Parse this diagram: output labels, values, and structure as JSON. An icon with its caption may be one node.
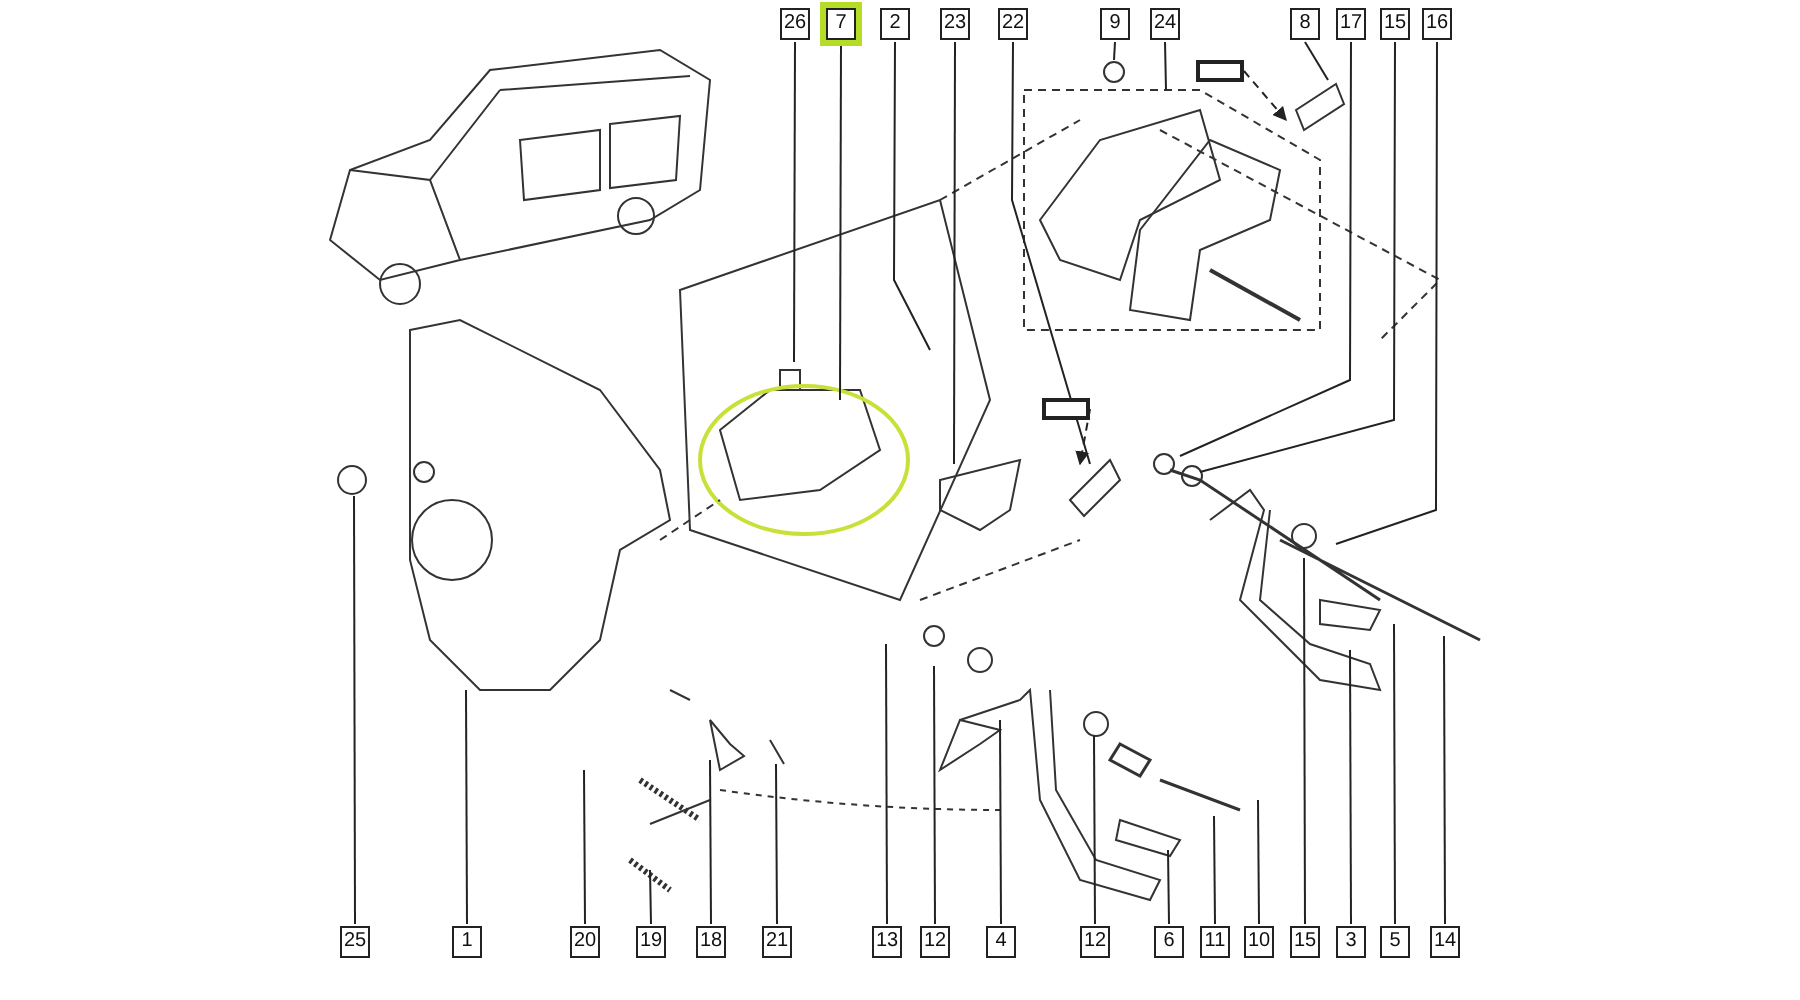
{
  "diagram": {
    "nodes": [
      {
        "text": [
          "26"
        ]
      },
      {
        "text": [
          "7"
        ]
      },
      {
        "text": [
          "2"
        ]
      },
      {
        "text": [
          "23"
        ]
      },
      {
        "text": [
          "22"
        ]
      },
      {
        "text": [
          "9"
        ]
      },
      {
        "text": [
          "24"
        ]
      },
      {
        "text": [
          "8"
        ]
      },
      {
        "text": [
          "17"
        ]
      },
      {
        "text": [
          "15"
        ]
      },
      {
        "text": [
          "16"
        ]
      },
      {
        "text": [],
        "shape": "box"
      },
      {
        "text": [],
        "shape": "box"
      },
      {
        "text": [
          "25"
        ]
      },
      {
        "text": [
          "1"
        ]
      },
      {
        "text": [
          "20"
        ]
      },
      {
        "text": [
          "19"
        ]
      },
      {
        "text": [
          "18"
        ]
      },
      {
        "text": [
          "21"
        ]
      },
      {
        "text": [
          "13"
        ]
      },
      {
        "text": [
          "12"
        ]
      },
      {
        "text": [
          "4"
        ]
      },
      {
        "text": [
          "12"
        ]
      },
      {
        "text": [
          "6"
        ]
      },
      {
        "text": [
          "11"
        ]
      },
      {
        "text": [
          "10"
        ]
      },
      {
        "text": [
          "15"
        ]
      },
      {
        "text": [
          "3"
        ]
      },
      {
        "text": [
          "5"
        ]
      },
      {
        "text": [
          "14"
        ]
      }
    ],
    "edges": [
      {
        "from": 0,
        "to": null,
        "arrow": "none"
      },
      {
        "from": 1,
        "to": null,
        "arrow": "none"
      },
      {
        "from": 2,
        "to": null,
        "arrow": "none"
      },
      {
        "from": 3,
        "to": null,
        "arrow": "none"
      },
      {
        "from": 4,
        "to": null,
        "arrow": "none"
      },
      {
        "from": 5,
        "to": null,
        "arrow": "none"
      },
      {
        "from": 6,
        "to": null,
        "arrow": "none"
      },
      {
        "from": 7,
        "to": null,
        "arrow": "none"
      },
      {
        "from": 8,
        "to": null,
        "arrow": "none"
      },
      {
        "from": 9,
        "to": null,
        "arrow": "none"
      },
      {
        "from": 10,
        "to": null,
        "arrow": "none"
      },
      {
        "from": 11,
        "to": null,
        "arrow": "to",
        "style": "dashed"
      },
      {
        "from": 12,
        "to": null,
        "arrow": "to",
        "style": "dashed"
      },
      {
        "from": 13,
        "to": null,
        "arrow": "none"
      },
      {
        "from": 14,
        "to": null,
        "arrow": "none"
      },
      {
        "from": 15,
        "to": null,
        "arrow": "none"
      },
      {
        "from": 16,
        "to": null,
        "arrow": "none"
      },
      {
        "from": 17,
        "to": null,
        "arrow": "none"
      },
      {
        "from": 18,
        "to": null,
        "arrow": "none"
      },
      {
        "from": 19,
        "to": null,
        "arrow": "none"
      },
      {
        "from": 20,
        "to": null,
        "arrow": "none"
      },
      {
        "from": 21,
        "to": null,
        "arrow": "none"
      },
      {
        "from": 22,
        "to": null,
        "arrow": "none"
      },
      {
        "from": 23,
        "to": null,
        "arrow": "none"
      },
      {
        "from": 24,
        "to": null,
        "arrow": "none"
      },
      {
        "from": 25,
        "to": null,
        "arrow": "none"
      },
      {
        "from": 26,
        "to": null,
        "arrow": "none"
      },
      {
        "from": 27,
        "to": null,
        "arrow": "none"
      },
      {
        "from": 28,
        "to": null,
        "arrow": "none"
      },
      {
        "from": 29,
        "to": null,
        "arrow": "none"
      }
    ]
  }
}
